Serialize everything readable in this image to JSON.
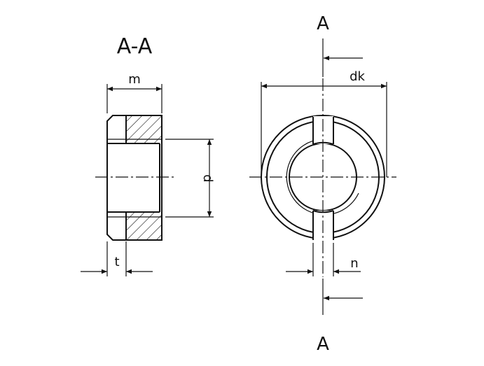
{
  "section_label": "A-A",
  "section_marks": {
    "top": "A",
    "bottom": "A"
  },
  "dimensions": {
    "m": "m",
    "t": "t",
    "d": "d",
    "dk": "dk",
    "n": "n"
  },
  "colors": {
    "line": "#111111",
    "background": "#ffffff"
  }
}
